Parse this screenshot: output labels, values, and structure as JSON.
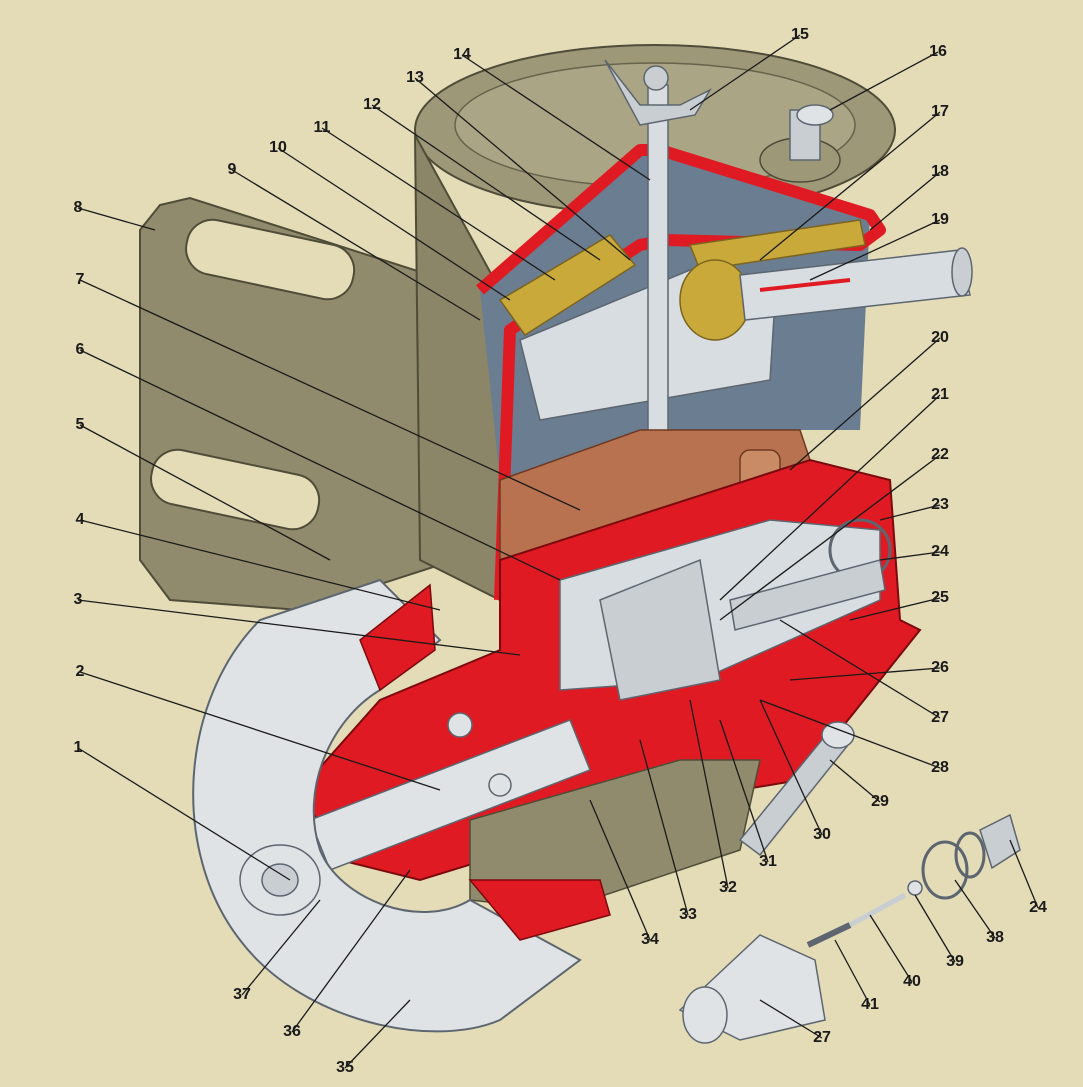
{
  "callouts": [
    "1",
    "2",
    "3",
    "4",
    "5",
    "6",
    "7",
    "8",
    "9",
    "10",
    "11",
    "12",
    "13",
    "14",
    "15",
    "16",
    "17",
    "18",
    "19",
    "20",
    "21",
    "22",
    "23",
    "24",
    "25",
    "26",
    "27",
    "28",
    "29",
    "30",
    "31",
    "32",
    "33",
    "34",
    "35",
    "36",
    "37",
    "38",
    "39",
    "40",
    "41"
  ],
  "inset_callouts": [
    "24",
    "38",
    "39",
    "40",
    "41",
    "27"
  ],
  "colors": {
    "background": "#e3dcb7",
    "housing": "#8f8b6c",
    "section_red": "#e01a22",
    "steel": "#dfe3e6",
    "filter_yellow": "#c8a93a",
    "copper": "#b9724f",
    "interior": "#6b7d90"
  }
}
